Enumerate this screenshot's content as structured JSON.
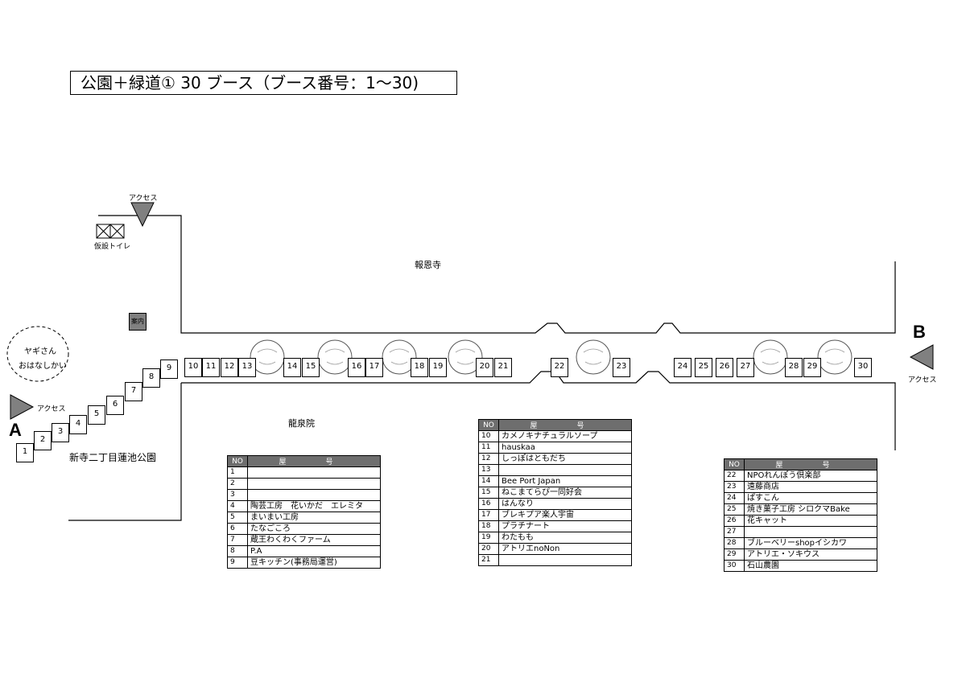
{
  "title": "公園＋緑道① 30 ブース（ブース番号：1〜30)",
  "map": {
    "temple_north": "報恩寺",
    "temple_south": "龍泉院",
    "park_name": "新寺二丁目蓮池公園",
    "toilet_label": "仮設トイレ",
    "info_label": "案内",
    "goat_line1": "ヤギさん",
    "goat_line2": "おはなしかい",
    "access_top_label": "アクセス",
    "access_a_label": "アクセス",
    "access_b_label": "アクセス",
    "entrance_a": "A",
    "entrance_b": "B",
    "booths": [
      "1",
      "2",
      "3",
      "4",
      "5",
      "6",
      "7",
      "8",
      "9",
      "10",
      "11",
      "12",
      "13",
      "14",
      "15",
      "16",
      "17",
      "18",
      "19",
      "20",
      "21",
      "22",
      "23",
      "24",
      "25",
      "26",
      "27",
      "28",
      "29",
      "30"
    ]
  },
  "tables": {
    "header_no": "NO",
    "header_name": "屋　号",
    "left": [
      {
        "no": "1",
        "name": ""
      },
      {
        "no": "2",
        "name": ""
      },
      {
        "no": "3",
        "name": ""
      },
      {
        "no": "4",
        "name": "陶芸工房　花いかだ　エレミタ"
      },
      {
        "no": "5",
        "name": "まいまい工房"
      },
      {
        "no": "6",
        "name": "たなごころ"
      },
      {
        "no": "7",
        "name": "蔵王わくわくファーム"
      },
      {
        "no": "8",
        "name": "P.A"
      },
      {
        "no": "9",
        "name": "豆キッチン(事務局運営)"
      }
    ],
    "middle": [
      {
        "no": "10",
        "name": "カメノキナチュラルソープ"
      },
      {
        "no": "11",
        "name": "hauskaa"
      },
      {
        "no": "12",
        "name": "しっぽはともだち"
      },
      {
        "no": "13",
        "name": ""
      },
      {
        "no": "14",
        "name": "Bee Port Japan"
      },
      {
        "no": "15",
        "name": "ねこまてらぴ一同好会"
      },
      {
        "no": "16",
        "name": "はんなり"
      },
      {
        "no": "17",
        "name": "ブレキプア楽人宇宙"
      },
      {
        "no": "18",
        "name": "プラチナート"
      },
      {
        "no": "19",
        "name": "わたもも"
      },
      {
        "no": "20",
        "name": "アトリエnoNon"
      },
      {
        "no": "21",
        "name": ""
      }
    ],
    "right": [
      {
        "no": "22",
        "name": "NPOれんぽう倶楽部"
      },
      {
        "no": "23",
        "name": "遠藤商店"
      },
      {
        "no": "24",
        "name": "ぱすこん"
      },
      {
        "no": "25",
        "name": "焼き菓子工房 シロクマBake"
      },
      {
        "no": "26",
        "name": "花キャット"
      },
      {
        "no": "27",
        "name": ""
      },
      {
        "no": "28",
        "name": "ブルーベリーshopイシカワ"
      },
      {
        "no": "29",
        "name": "アトリエ・ソキウス"
      },
      {
        "no": "30",
        "name": "石山農園"
      }
    ]
  }
}
